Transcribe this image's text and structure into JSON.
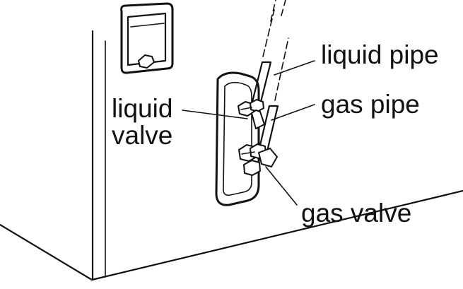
{
  "labels": {
    "liquid_pipe": "liquid pipe",
    "gas_pipe": "gas pipe",
    "liquid_valve_line1": "liquid",
    "liquid_valve_line2": "valve",
    "gas_valve": "gas valve"
  }
}
